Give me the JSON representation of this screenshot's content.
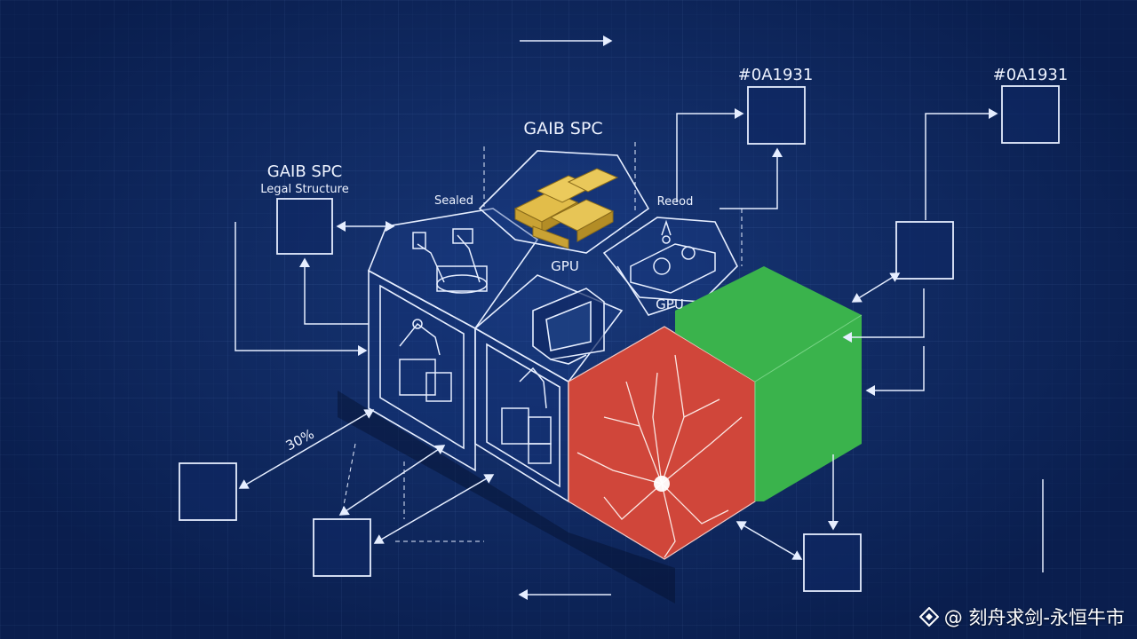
{
  "labels": {
    "gaib_left_title": "GAIB SPC",
    "gaib_left_sub": "Legal Structure",
    "gaib_top_title": "GAIB SPC",
    "sealed": "Sealed",
    "reeod": "Reeod",
    "gpu_top": "GPU",
    "gpu_mid": "GPU",
    "hex_right_1": "#0A1931",
    "hex_right_2": "#0A1931",
    "percent": "30%"
  },
  "watermark": {
    "text": "@ 刻舟求剑-永恒牛市"
  },
  "colors": {
    "background": "#0f2a63",
    "line": "#e6eeff",
    "red_block": "#d0463a",
    "green_block": "#3ab34c",
    "gold": "#d9b23c"
  }
}
